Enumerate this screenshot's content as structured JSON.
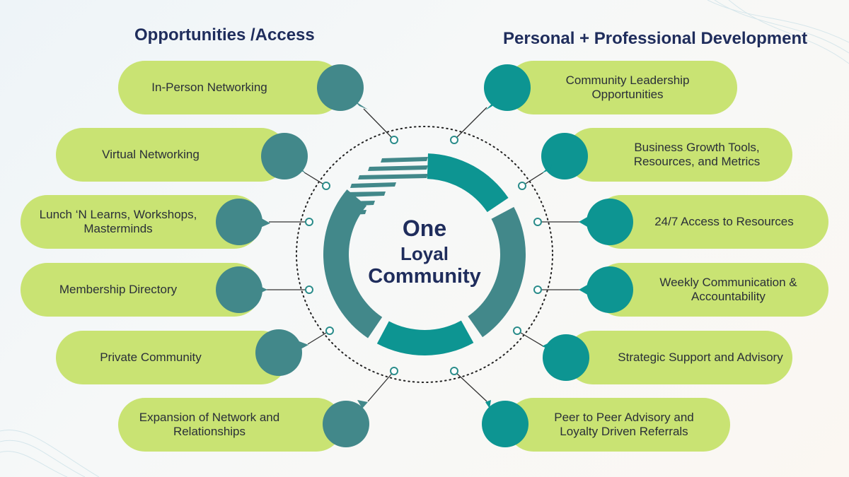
{
  "headings": {
    "left": "Opportunities /Access",
    "right": "Personal + Professional Development"
  },
  "center": {
    "line1": "One",
    "line2": "Loyal",
    "line3": "Community"
  },
  "left_items": [
    "In-Person Networking",
    "Virtual Networking",
    "Lunch ‘N Learns, Workshops,\nMasterminds",
    "Membership Directory",
    "Private Community",
    "Expansion of Network and\nRelationships"
  ],
  "right_items": [
    "Community Leadership\nOpportunities",
    "Business Growth Tools,\nResources, and Metrics",
    "24/7 Access to Resources",
    "Weekly Communication &\nAccountability",
    "Strategic Support and Advisory",
    "Peer to Peer Advisory and\nLoyalty Driven Referrals"
  ],
  "colors": {
    "pill": "#c9e373",
    "bubble_left": "#42888a",
    "bubble_right": "#0d9592",
    "heading": "#1f2d5c",
    "ring_dark": "#42888a",
    "ring_teal": "#0d9592"
  }
}
